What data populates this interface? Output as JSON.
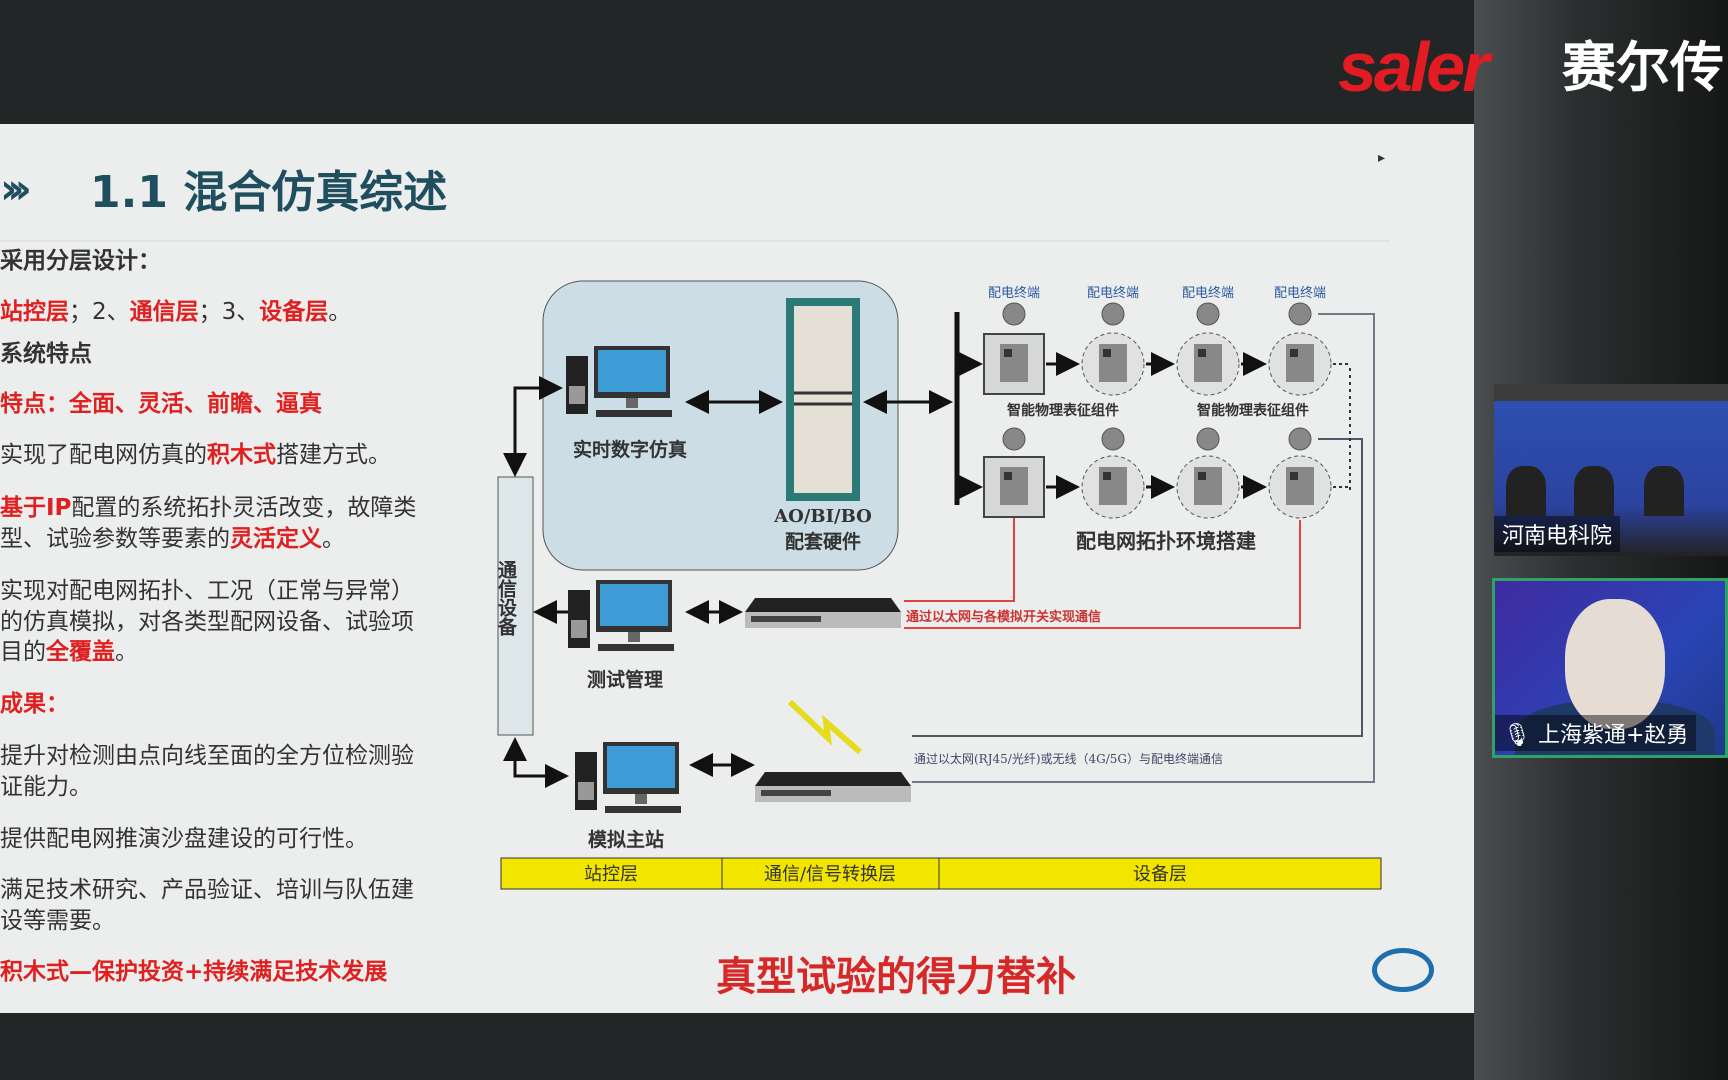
{
  "branding": {
    "logo_en": "saler",
    "logo_cn": "赛尔传",
    "accent": "#e31b23"
  },
  "slide": {
    "title": "1.1 混合仿真综述",
    "chevron": "›››",
    "lines": [
      [
        {
          "t": "采用分层设计：",
          "s": "b"
        }
      ],
      [
        {
          "t": "站控层",
          "s": "r"
        },
        {
          "t": "；2、"
        },
        {
          "t": "通信层",
          "s": "r"
        },
        {
          "t": "；3、"
        },
        {
          "t": "设备层",
          "s": "r"
        },
        {
          "t": "。"
        }
      ],
      [
        {
          "t": "系统特点",
          "s": "b"
        }
      ],
      [
        {
          "t": "特点：全面、灵活、前瞻、逼真",
          "s": "r"
        }
      ],
      [
        {
          "t": "实现了配电网仿真的"
        },
        {
          "t": "积木式",
          "s": "r"
        },
        {
          "t": "搭建方式。"
        }
      ],
      [
        {
          "t": "基于IP",
          "s": "r"
        },
        {
          "t": "配置的系统拓扑灵活改变，故障类"
        }
      ],
      [
        {
          "t": "型、试验参数等要素的"
        },
        {
          "t": "灵活定义",
          "s": "r"
        },
        {
          "t": "。"
        }
      ],
      [
        {
          "t": "实现对配电网拓扑、工况（正常与异常）"
        }
      ],
      [
        {
          "t": "的仿真模拟，对各类型配网设备、试验项"
        }
      ],
      [
        {
          "t": "目的"
        },
        {
          "t": "全覆盖",
          "s": "r"
        },
        {
          "t": "。"
        }
      ],
      [
        {
          "t": "成果：",
          "s": "r"
        }
      ],
      [
        {
          "t": "提升对检测由点向线至面的全方位检测验"
        }
      ],
      [
        {
          "t": "证能力。"
        }
      ],
      [
        {
          "t": "提供配电网推演沙盘建设的可行性。"
        }
      ],
      [
        {
          "t": "满足技术研究、产品验证、培训与队伍建"
        }
      ],
      [
        {
          "t": "设等需要。"
        }
      ],
      [
        {
          "t": "积木式—保护投资+持续满足技术发展",
          "s": "r"
        }
      ]
    ],
    "tagline": "真型试验的得力替补"
  },
  "diagram": {
    "sim_label": "实时数字仿真",
    "hw_label1": "AO/BI/BO",
    "hw_label2": "配套硬件",
    "comm_label": "通信设备",
    "test_label": "测试管理",
    "master_label": "模拟主站",
    "terminal_label": "配电终端",
    "component_label1": "智能物理表征组件",
    "component_label2": "智能物理表征组件",
    "topology_label": "配电网拓扑环境搭建",
    "red_link": "通过以太网与各模拟开关实现通信",
    "blue_link": "通过以太网(RJ45/光纤)或无线（4G/5G）与配电终端通信",
    "layers": [
      "站控层",
      "通信/信号转换层",
      "设备层"
    ],
    "layer_color": "#f2e600"
  },
  "participants": [
    {
      "name": "河南电科院"
    },
    {
      "name": "上海紫通+赵勇",
      "mic": "microphone-icon",
      "active_color": "#2fa361"
    }
  ]
}
